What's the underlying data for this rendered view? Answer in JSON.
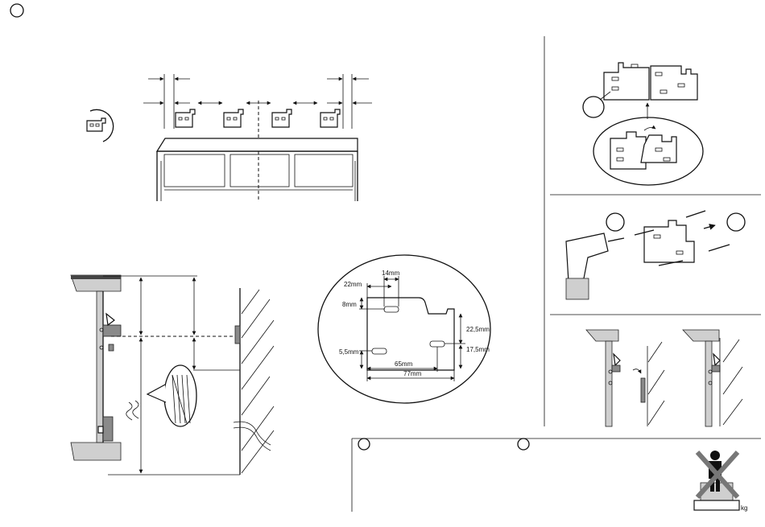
{
  "dimensions": {
    "d14": "14mm",
    "d22": "22mm",
    "d8": "8mm",
    "d22_5": "22,5mm",
    "d17_5": "17,5mm",
    "d5_5": "5,5mm",
    "d65": "65mm",
    "d77": "77mm"
  },
  "markers": {
    "weight_label": "kg"
  }
}
